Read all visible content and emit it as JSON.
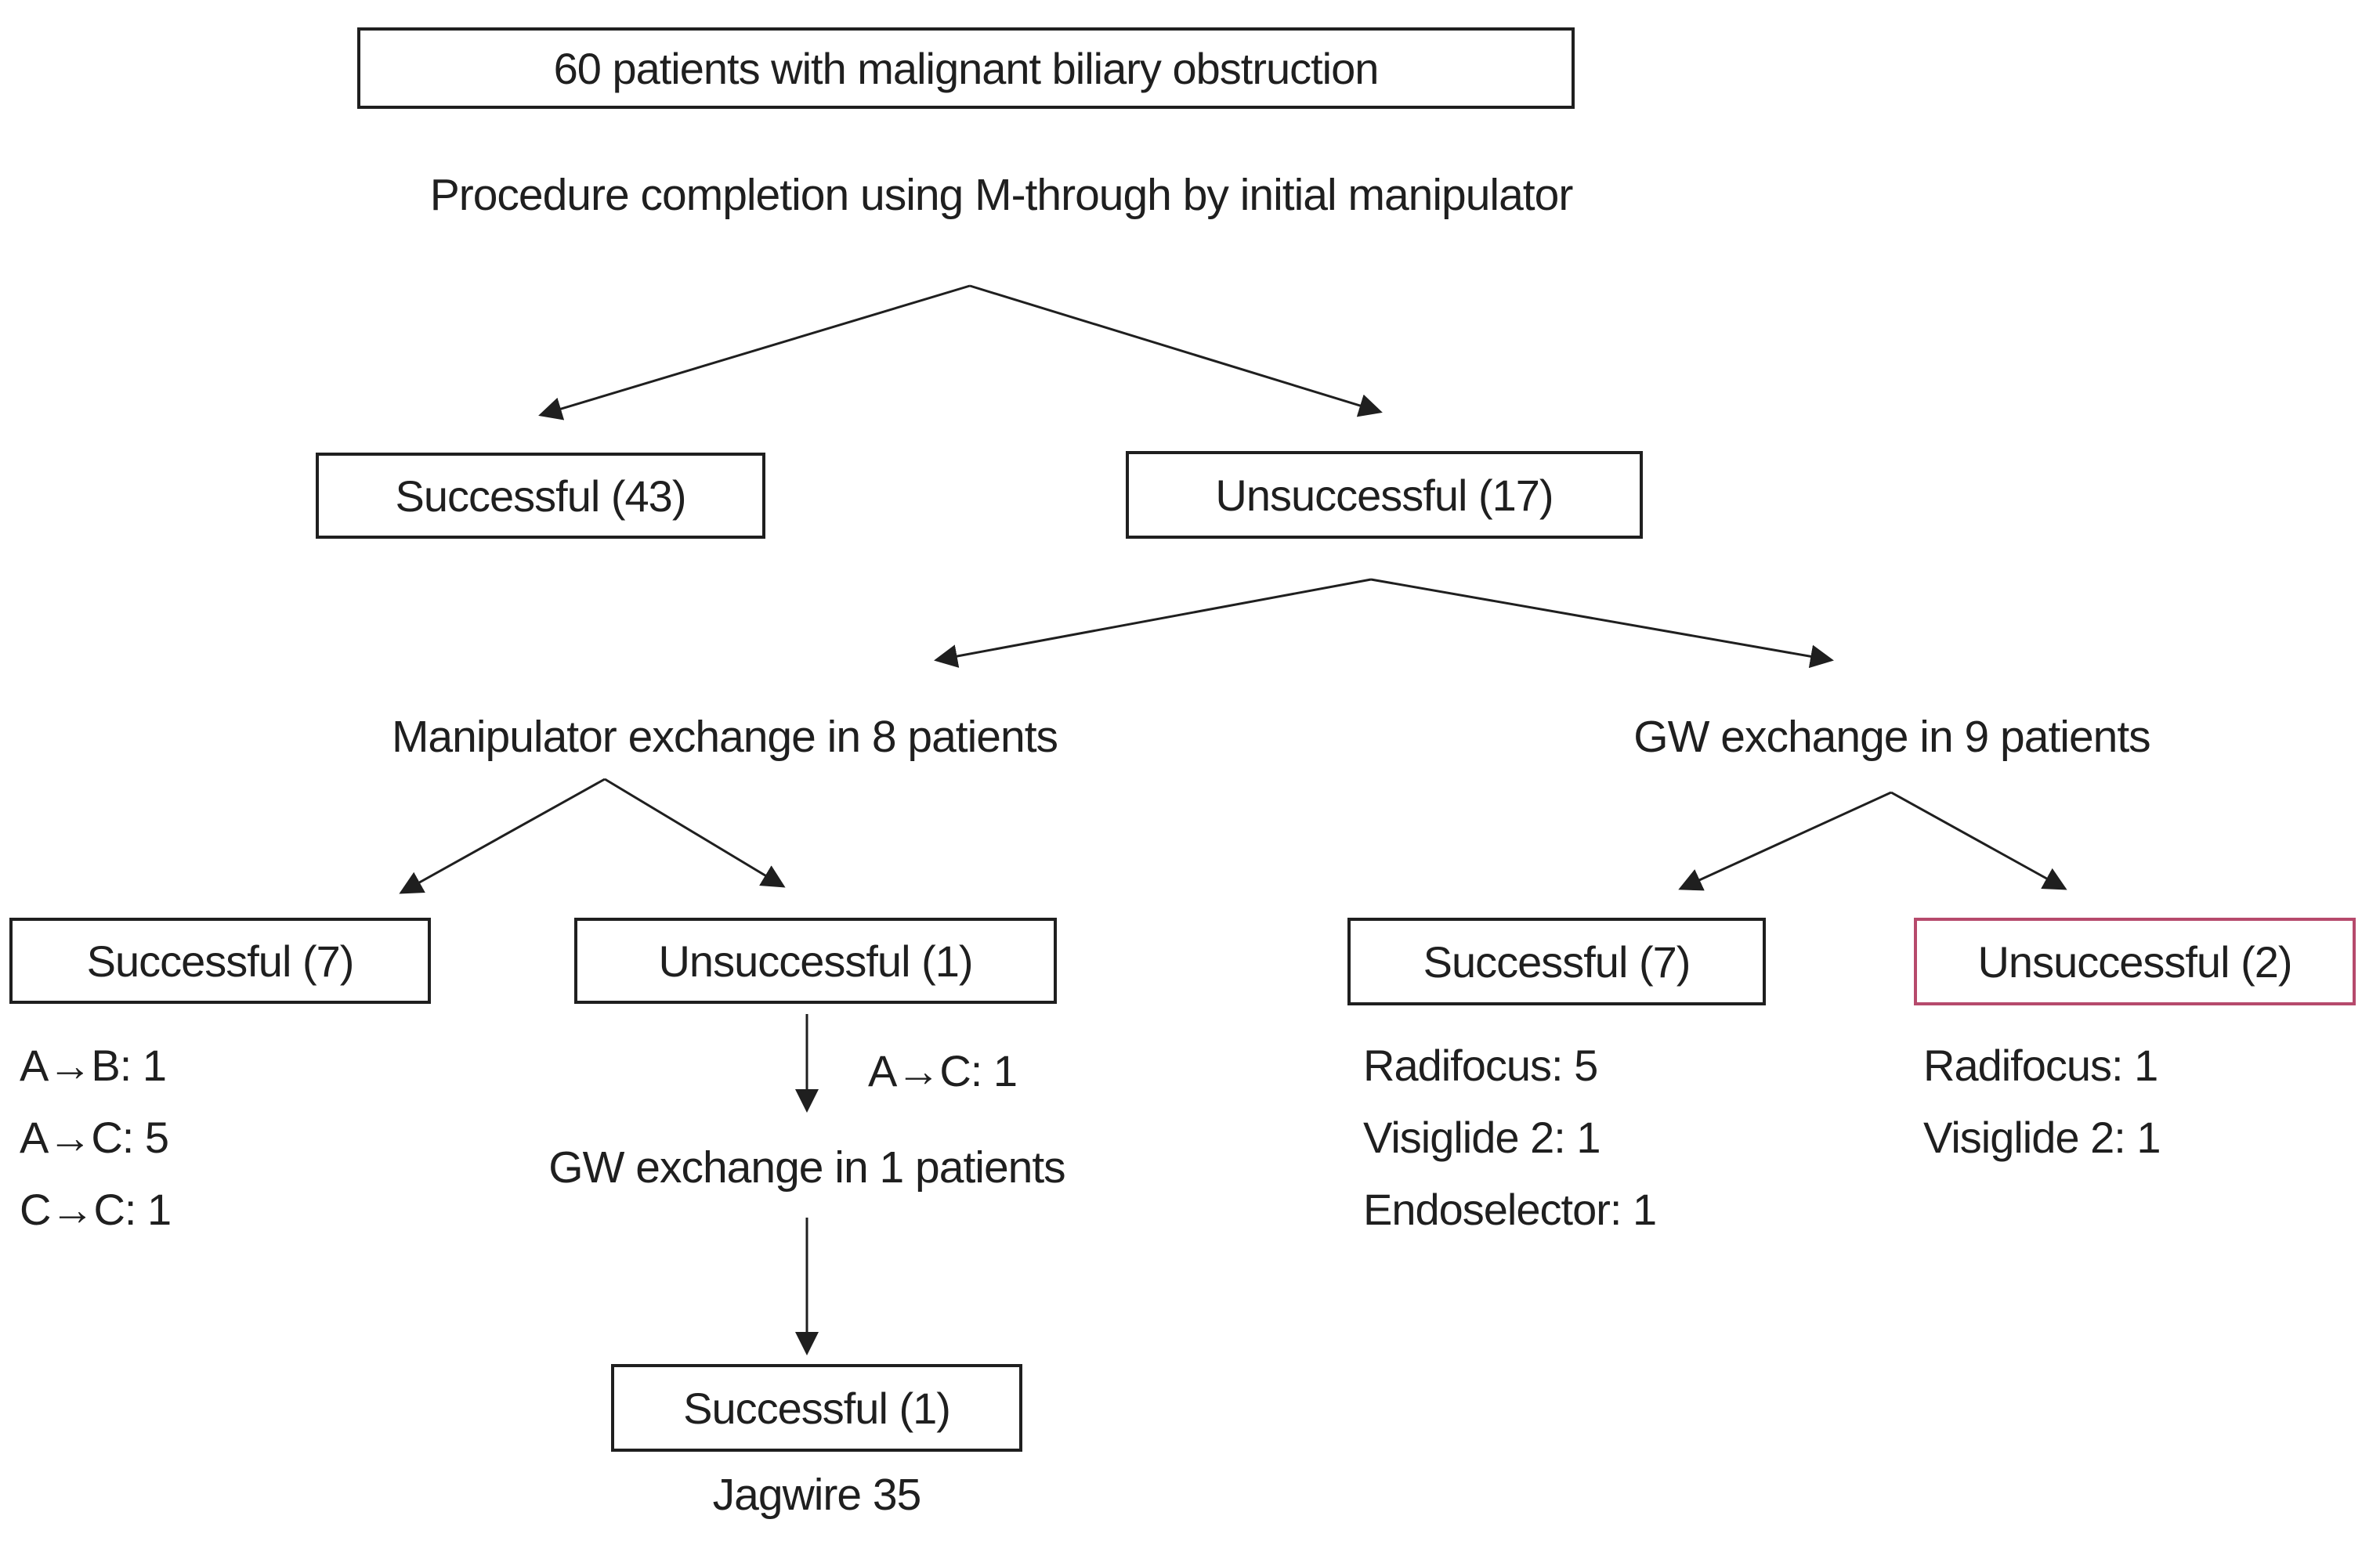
{
  "diagram": {
    "root": {
      "label": "60 patients with malignant biliary obstruction"
    },
    "procedure_label": "Procedure completion using M-through by initial manipulator",
    "initial_attempt": {
      "successful": "Successful (43)",
      "unsuccessful": "Unsuccessful (17)"
    },
    "manipulator_exchange": {
      "label": "Manipulator exchange in 8 patients",
      "successful": "Successful (7)",
      "successful_detail": [
        "A→B: 1",
        "A→C: 5",
        "C→C: 1"
      ],
      "unsuccessful": "Unsuccessful (1)",
      "unsuccessful_detail": "A→C: 1",
      "gw_exchange": {
        "label": "GW exchange in 1 patients",
        "successful": "Successful (1)",
        "successful_detail": "Jagwire 35"
      }
    },
    "gw_exchange": {
      "label": "GW exchange in 9 patients",
      "successful": "Successful (7)",
      "successful_detail": [
        "Radifocus: 5",
        "Visiglide 2: 1",
        "Endoselector: 1"
      ],
      "unsuccessful": "Unsuccessful (2)",
      "unsuccessful_detail": [
        "Radifocus: 1",
        "Visiglide 2: 1"
      ]
    },
    "colors": {
      "line": "#1f1f1f",
      "box_border": "#1f1f1f",
      "highlight_border": "#b64a6c",
      "background": "#ffffff",
      "text": "#1f1f1f"
    }
  }
}
